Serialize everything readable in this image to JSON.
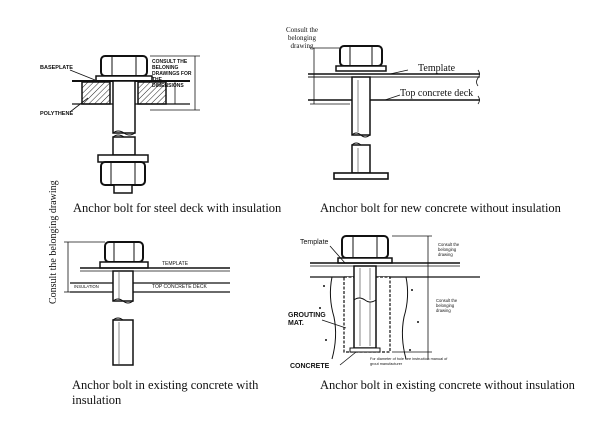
{
  "panels": {
    "steel_deck": {
      "caption": "Anchor bolt for steel deck with insulation",
      "labels": {
        "baseplate": "BASEPLATE",
        "polythene": "POLYTHENE",
        "consult": "CONSULT THE BELONING DRAWINGS FOR THE DIMENSIONS"
      }
    },
    "new_concrete": {
      "caption": "Anchor bolt for new concrete without insulation",
      "labels": {
        "consult": "Consult the belonging drawing",
        "template": "Template",
        "top_deck": "Top concrete deck"
      }
    },
    "existing_insulation": {
      "caption": "Anchor bolt in existing concrete with insulation",
      "labels": {
        "consult": "Consult the belonging drawing",
        "template": "TEMPLATE",
        "insulation": "INSULATION",
        "top_deck": "TOP CONCRETE DECK"
      }
    },
    "existing_no_insulation": {
      "caption": "Anchor bolt in existing concrete without insulation",
      "labels": {
        "template": "Template",
        "consult_top": "Consult the belonging drawing",
        "consult_mid": "Consult the belonging drawing",
        "grouting": "GROUTING MAT.",
        "hole_note": "For diameter of hole see instruction manual of grout manufacturer",
        "concrete": "CONCRETE"
      }
    }
  }
}
